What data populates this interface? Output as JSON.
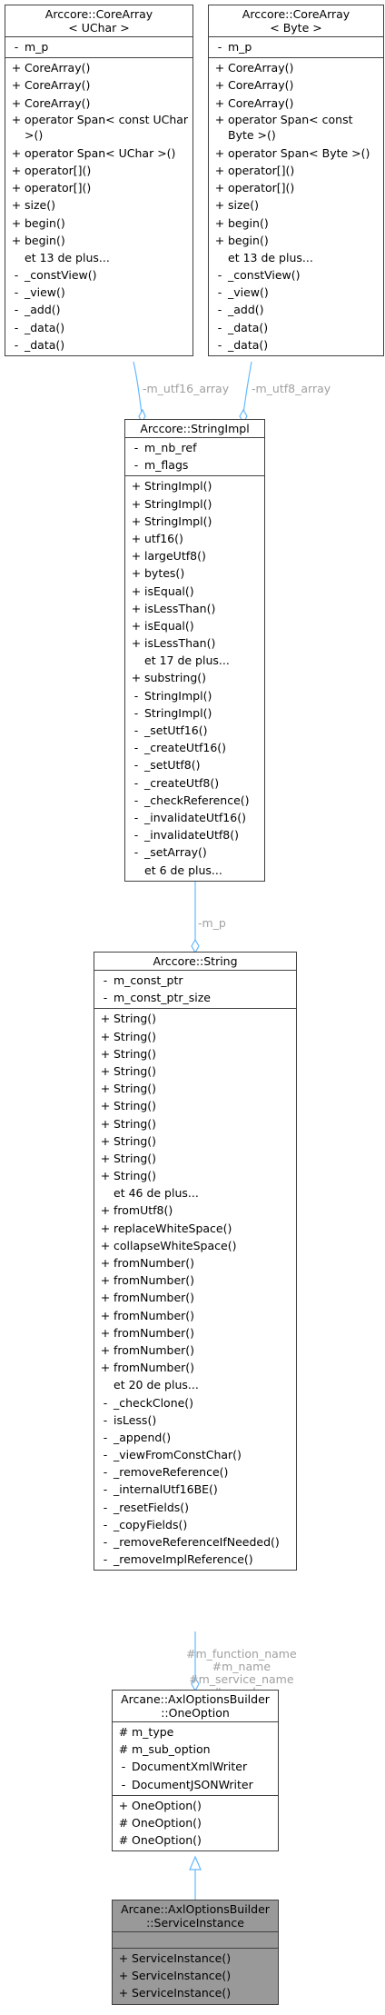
{
  "colors": {
    "edge": "#63b8ff",
    "label": "#a0a0a0",
    "border": "#404040",
    "highlight": "#999999"
  },
  "classes": [
    {
      "id": "corearray-uchar",
      "title": [
        "Arccore::CoreArray",
        "< UChar >"
      ],
      "attributes": [
        {
          "v": "-",
          "t": "m_p"
        }
      ],
      "operations": [
        {
          "v": "+",
          "t": "CoreArray()"
        },
        {
          "v": "+",
          "t": "CoreArray()"
        },
        {
          "v": "+",
          "t": "CoreArray()"
        },
        {
          "v": "+",
          "t": "operator Span< const UChar >()",
          "wrap": true
        },
        {
          "v": "+",
          "t": "operator Span< UChar >()"
        },
        {
          "v": "+",
          "t": "operator[]()"
        },
        {
          "v": "+",
          "t": "operator[]()"
        },
        {
          "v": "+",
          "t": "size()"
        },
        {
          "v": "+",
          "t": "begin()"
        },
        {
          "v": "+",
          "t": "begin()"
        },
        {
          "v": "",
          "t": "et 13 de plus..."
        },
        {
          "v": "-",
          "t": "_constView()"
        },
        {
          "v": "-",
          "t": "_view()"
        },
        {
          "v": "-",
          "t": "_add()"
        },
        {
          "v": "-",
          "t": "_data()"
        },
        {
          "v": "-",
          "t": "_data()"
        }
      ]
    },
    {
      "id": "corearray-byte",
      "title": [
        "Arccore::CoreArray",
        "< Byte >"
      ],
      "attributes": [
        {
          "v": "-",
          "t": "m_p"
        }
      ],
      "operations": [
        {
          "v": "+",
          "t": "CoreArray()"
        },
        {
          "v": "+",
          "t": "CoreArray()"
        },
        {
          "v": "+",
          "t": "CoreArray()"
        },
        {
          "v": "+",
          "t": "operator Span< const Byte >()",
          "wrap": true
        },
        {
          "v": "+",
          "t": "operator Span< Byte >()"
        },
        {
          "v": "+",
          "t": "operator[]()"
        },
        {
          "v": "+",
          "t": "operator[]()"
        },
        {
          "v": "+",
          "t": "size()"
        },
        {
          "v": "+",
          "t": "begin()"
        },
        {
          "v": "+",
          "t": "begin()"
        },
        {
          "v": "",
          "t": "et 13 de plus..."
        },
        {
          "v": "-",
          "t": "_constView()"
        },
        {
          "v": "-",
          "t": "_view()"
        },
        {
          "v": "-",
          "t": "_add()"
        },
        {
          "v": "-",
          "t": "_data()"
        },
        {
          "v": "-",
          "t": "_data()"
        }
      ]
    },
    {
      "id": "stringimpl",
      "title": [
        "Arccore::StringImpl"
      ],
      "attributes": [
        {
          "v": "-",
          "t": "m_nb_ref"
        },
        {
          "v": "-",
          "t": "m_flags"
        }
      ],
      "operations": [
        {
          "v": "+",
          "t": "StringImpl()"
        },
        {
          "v": "+",
          "t": "StringImpl()"
        },
        {
          "v": "+",
          "t": "StringImpl()"
        },
        {
          "v": "+",
          "t": "utf16()"
        },
        {
          "v": "+",
          "t": "largeUtf8()"
        },
        {
          "v": "+",
          "t": "bytes()"
        },
        {
          "v": "+",
          "t": "isEqual()"
        },
        {
          "v": "+",
          "t": "isLessThan()"
        },
        {
          "v": "+",
          "t": "isEqual()"
        },
        {
          "v": "+",
          "t": "isLessThan()"
        },
        {
          "v": "",
          "t": "et 17 de plus..."
        },
        {
          "v": "+",
          "t": "substring()"
        },
        {
          "v": "-",
          "t": "StringImpl()"
        },
        {
          "v": "-",
          "t": "StringImpl()"
        },
        {
          "v": "-",
          "t": "_setUtf16()"
        },
        {
          "v": "-",
          "t": "_createUtf16()"
        },
        {
          "v": "-",
          "t": "_setUtf8()"
        },
        {
          "v": "-",
          "t": "_createUtf8()"
        },
        {
          "v": "-",
          "t": "_checkReference()"
        },
        {
          "v": "-",
          "t": "_invalidateUtf16()"
        },
        {
          "v": "-",
          "t": "_invalidateUtf8()"
        },
        {
          "v": "-",
          "t": "_setArray()"
        },
        {
          "v": "",
          "t": "et 6 de plus..."
        }
      ]
    },
    {
      "id": "string",
      "title": [
        "Arccore::String"
      ],
      "attributes": [
        {
          "v": "-",
          "t": "m_const_ptr"
        },
        {
          "v": "-",
          "t": "m_const_ptr_size"
        }
      ],
      "operations": [
        {
          "v": "+",
          "t": "String()"
        },
        {
          "v": "+",
          "t": "String()"
        },
        {
          "v": "+",
          "t": "String()"
        },
        {
          "v": "+",
          "t": "String()"
        },
        {
          "v": "+",
          "t": "String()"
        },
        {
          "v": "+",
          "t": "String()"
        },
        {
          "v": "+",
          "t": "String()"
        },
        {
          "v": "+",
          "t": "String()"
        },
        {
          "v": "+",
          "t": "String()"
        },
        {
          "v": "+",
          "t": "String()"
        },
        {
          "v": "",
          "t": "et 46 de plus..."
        },
        {
          "v": "+",
          "t": "fromUtf8()"
        },
        {
          "v": "+",
          "t": "replaceWhiteSpace()"
        },
        {
          "v": "+",
          "t": "collapseWhiteSpace()"
        },
        {
          "v": "+",
          "t": "fromNumber()"
        },
        {
          "v": "+",
          "t": "fromNumber()"
        },
        {
          "v": "+",
          "t": "fromNumber()"
        },
        {
          "v": "+",
          "t": "fromNumber()"
        },
        {
          "v": "+",
          "t": "fromNumber()"
        },
        {
          "v": "+",
          "t": "fromNumber()"
        },
        {
          "v": "+",
          "t": "fromNumber()"
        },
        {
          "v": "",
          "t": "et 20 de plus..."
        },
        {
          "v": "-",
          "t": "_checkClone()"
        },
        {
          "v": "-",
          "t": "isLess()"
        },
        {
          "v": "-",
          "t": "_append()"
        },
        {
          "v": "-",
          "t": "_viewFromConstChar()"
        },
        {
          "v": "-",
          "t": "_removeReference()"
        },
        {
          "v": "-",
          "t": "_internalUtf16BE()"
        },
        {
          "v": "-",
          "t": "_resetFields()"
        },
        {
          "v": "-",
          "t": "_copyFields()"
        },
        {
          "v": "-",
          "t": "_removeReferenceIfNeeded()"
        },
        {
          "v": "-",
          "t": "_removeImplReference()"
        }
      ]
    },
    {
      "id": "oneoption",
      "title": [
        "Arcane::AxlOptionsBuilder",
        "::OneOption"
      ],
      "attributes": [
        {
          "v": "#",
          "t": "m_type"
        },
        {
          "v": "#",
          "t": "m_sub_option"
        },
        {
          "v": "-",
          "t": "DocumentXmlWriter"
        },
        {
          "v": "-",
          "t": "DocumentJSONWriter"
        }
      ],
      "operations": [
        {
          "v": "+",
          "t": "OneOption()"
        },
        {
          "v": "#",
          "t": "OneOption()"
        },
        {
          "v": "#",
          "t": "OneOption()"
        }
      ]
    },
    {
      "id": "serviceinstance",
      "title": [
        "Arcane::AxlOptionsBuilder",
        "::ServiceInstance"
      ],
      "attributes": [],
      "operations": [
        {
          "v": "+",
          "t": "ServiceInstance()"
        },
        {
          "v": "+",
          "t": "ServiceInstance()"
        },
        {
          "v": "+",
          "t": "ServiceInstance()"
        }
      ]
    }
  ],
  "edge_labels": {
    "utf16": "-m_utf16_array",
    "utf8": "-m_utf8_array",
    "mp": "-m_p",
    "members": [
      "#m_function_name",
      "#m_name",
      "#m_service_name",
      "#m_value"
    ]
  }
}
